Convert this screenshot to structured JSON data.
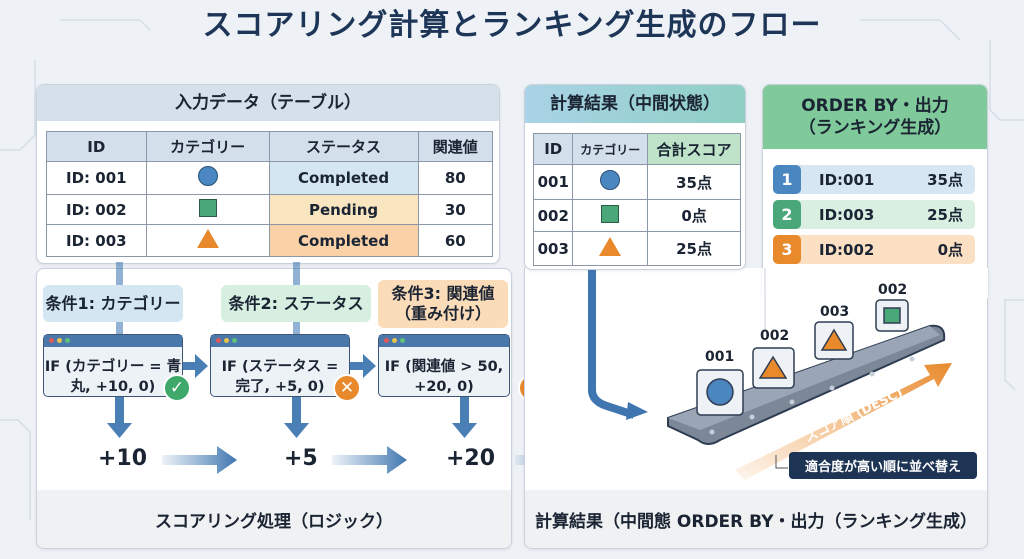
{
  "title": "スコアリング計算とランキング生成のフロー",
  "input_panel": {
    "heading": "入力データ（テーブル）",
    "columns": [
      "ID",
      "カテゴリー",
      "ステータス",
      "関連値"
    ],
    "rows": [
      {
        "id": "ID: 001",
        "shape": "circle-blue",
        "status": "Completed",
        "value": "80"
      },
      {
        "id": "ID: 002",
        "shape": "square-green",
        "status": "Pending",
        "value": "30"
      },
      {
        "id": "ID: 003",
        "shape": "triangle-orange",
        "status": "Completed",
        "value": "60"
      }
    ]
  },
  "logic_panel": {
    "conditions": [
      {
        "label": "条件1: カテゴリー",
        "formula_line1": "IF (カテゴリー = 青",
        "formula_line2": "丸, +10, 0)",
        "result_icon": "check-icon",
        "points": "+10"
      },
      {
        "label": "条件2: ステータス",
        "formula_line1": "IF (ステータス =",
        "formula_line2": "完了, +5, 0)",
        "result_icon": "cross-icon",
        "points": "+5"
      },
      {
        "label_line1": "条件3: 関連値",
        "label_line2": "（重み付け）",
        "formula_line1": "IF (関連値 > 50,",
        "formula_line2": "+20, 0)",
        "result_icon": "cross-icon",
        "points": "+20"
      }
    ],
    "footer": "スコアリング処理（ロジック）"
  },
  "result_panel": {
    "heading": "計算結果（中間状態）",
    "columns": [
      "ID",
      "カテゴリー",
      "合計スコア"
    ],
    "rows": [
      {
        "id": "001",
        "shape": "circle-blue",
        "score": "35点"
      },
      {
        "id": "002",
        "shape": "square-green",
        "score": "0点"
      },
      {
        "id": "003",
        "shape": "triangle-orange",
        "score": "25点"
      }
    ]
  },
  "ranking_panel": {
    "heading_line1": "ORDER BY・出力",
    "heading_line2": "（ランキング生成）",
    "items": [
      {
        "rank": "1",
        "id": "ID:001",
        "score": "35点",
        "color": "#4a86c0",
        "bg": "#d6e6f2"
      },
      {
        "rank": "2",
        "id": "ID:003",
        "score": "25点",
        "color": "#4aa77a",
        "bg": "#d8efe2"
      },
      {
        "rank": "3",
        "id": "ID:002",
        "score": "0点",
        "color": "#e8892c",
        "bg": "#fbe0c3"
      }
    ]
  },
  "conveyor": {
    "items": [
      "001",
      "002",
      "003",
      "002"
    ],
    "arrow_label": "スコア順 (DESC)",
    "caption": "適合度が高い順に並べ替え"
  },
  "right_footer": "計算結果（中間態 ORDER BY・出力（ランキング生成）",
  "colors": {
    "blue": "#4a86c0",
    "green": "#4aa77a",
    "orange": "#e8892c",
    "navy": "#1d3557"
  }
}
